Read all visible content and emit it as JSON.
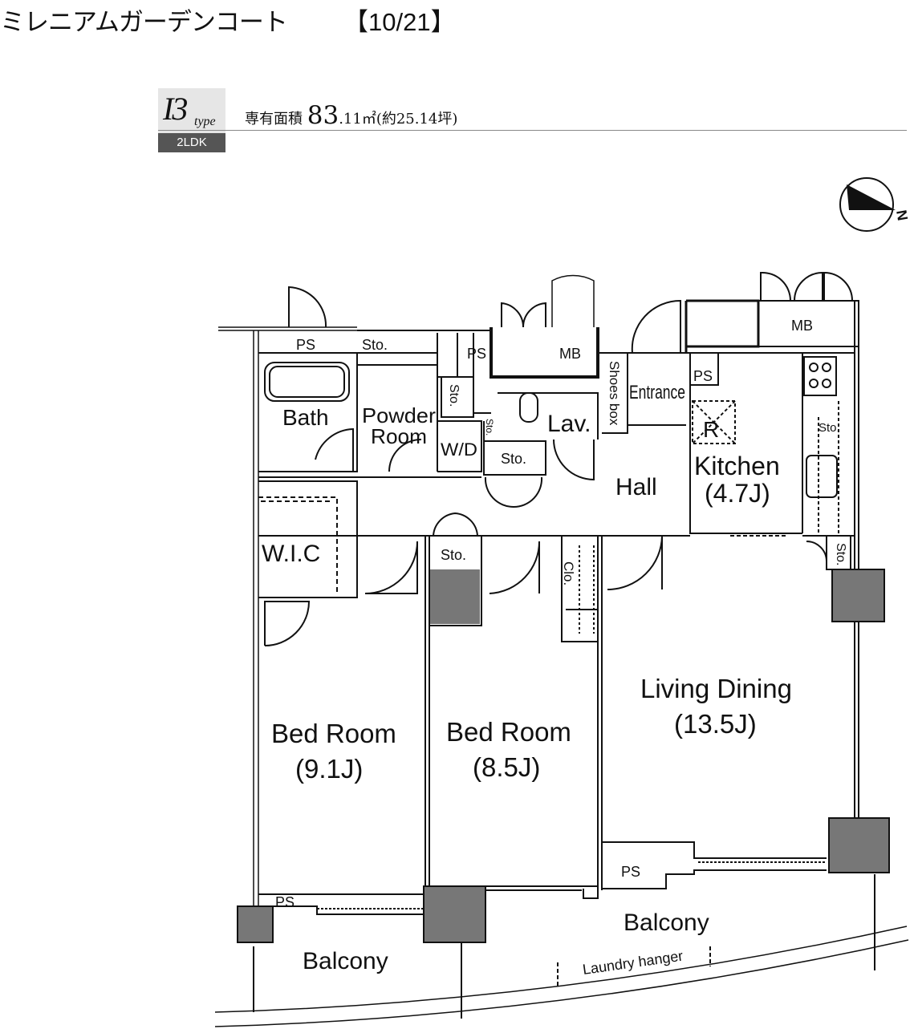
{
  "header": {
    "building_name": "ミレニアムガーデンコート",
    "date": "【10/21】"
  },
  "unit": {
    "type_code": "I3",
    "type_suffix": "type",
    "layout": "2LDK",
    "area_label": "専有面積",
    "area_int": "83",
    "area_dec": ".11㎡",
    "area_tsubo": "(約25.14坪)"
  },
  "compass": {
    "north_label": "N"
  },
  "rooms": {
    "ps_bath": "PS",
    "sto_top": "Sto.",
    "ps_top": "PS",
    "mb_top": "MB",
    "mb_right": "MB",
    "shoes_box": "Shoes box",
    "entrance": "Entrance",
    "ps_kitchen": "PS",
    "bath": "Bath",
    "powder_1": "Powder",
    "powder_2": "Room",
    "sto_vertical": "Sto.",
    "sto_small": "Sto.",
    "wd": "W/D",
    "lav": "Lav.",
    "sto_lav": "Sto.",
    "refrigerator": "R",
    "kitchen": "Kitchen",
    "kitchen_size": "(4.7J)",
    "sto_kitchen": "Sto.",
    "hall": "Hall",
    "wic": "W.I.C",
    "sto_bed2": "Sto.",
    "clo": "Clo.",
    "sto_living": "Sto.",
    "bed1": "Bed Room",
    "bed1_size": "(9.1J)",
    "bed2": "Bed Room",
    "bed2_size": "(8.5J)",
    "living": "Living Dining",
    "living_size": "(13.5J)",
    "ps_balcony_right": "PS",
    "ps_balcony_left": "PS",
    "balcony_left": "Balcony",
    "balcony_right": "Balcony",
    "laundry": "Laundry hanger"
  }
}
